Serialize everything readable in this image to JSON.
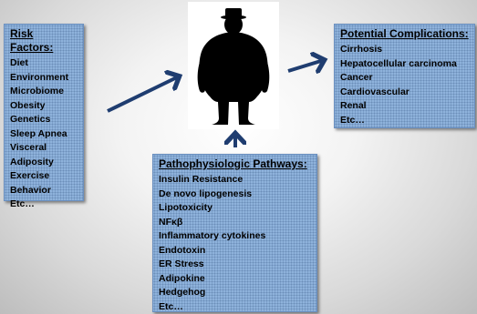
{
  "risk_factors": {
    "title": "Risk Factors:",
    "items": [
      "Diet",
      "Environment",
      "Microbiome",
      "Obesity",
      "Genetics",
      "Sleep Apnea",
      "Visceral",
      "Adiposity",
      "Exercise",
      "Behavior",
      "Etc…"
    ]
  },
  "complications": {
    "title": "Potential Complications:",
    "items": [
      "Cirrhosis",
      "Hepatocellular carcinoma",
      "Cancer",
      "Cardiovascular",
      "Renal",
      "Etc…"
    ]
  },
  "pathways": {
    "title": "Pathophysiologic Pathways:",
    "items": [
      "Insulin Resistance",
      "De novo lipogenesis",
      "Lipotoxicity",
      "NFκβ",
      "Inflammatory cytokines",
      "Endotoxin",
      "ER Stress",
      "Adipokine",
      "Hedgehog",
      "Etc…"
    ]
  },
  "figure": {
    "icon": "obese-person-silhouette-icon",
    "color": "#000000"
  },
  "colors": {
    "box_fill": "#8fb3dc",
    "arrow": "#1f3d70"
  }
}
